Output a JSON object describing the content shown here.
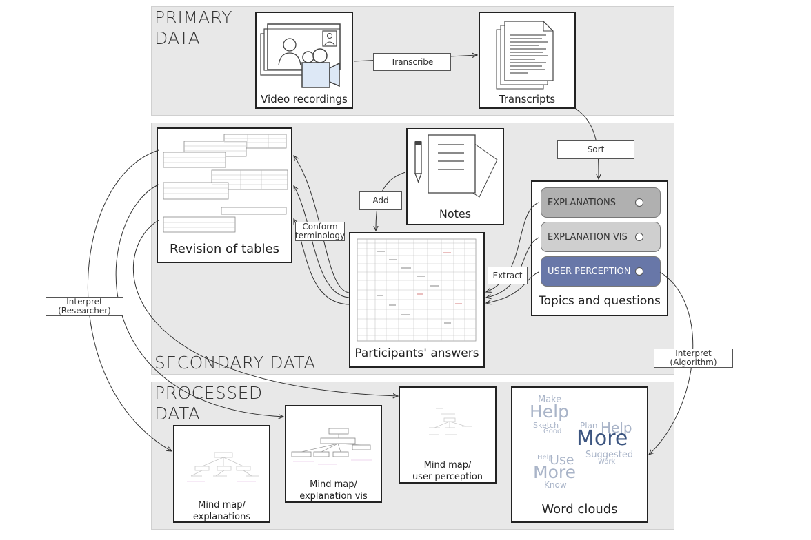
{
  "sections": {
    "primary": "PRIMARY\nDATA",
    "secondary": "SECONDARY DATA",
    "processed": "PROCESSED\nDATA"
  },
  "nodes": {
    "video": "Video recordings",
    "transcripts": "Transcripts",
    "revision": "Revision of tables",
    "notes": "Notes",
    "answers": "Participants' answers",
    "topics": "Topics and questions",
    "mm_explanations": "Mind map/\nexplanations",
    "mm_explanation_vis": "Mind map/\nexplanation vis",
    "mm_user_perception": "Mind map/\nuser perception",
    "word_clouds": "Word clouds"
  },
  "topics": [
    "EXPLANATIONS",
    "EXPLANATION VIS",
    "USER PERCEPTION"
  ],
  "edges": {
    "transcribe": "Transcribe",
    "sort": "Sort",
    "add": "Add",
    "conform": "Conform\nterminology",
    "extract": "Extract",
    "interpret_researcher": "Interpret\n(Researcher)",
    "interpret_algorithm": "Interpret\n(Algorithm)"
  },
  "word_cloud_words": [
    "Make",
    "Help",
    "Plan",
    "Help",
    "Sketch",
    "More",
    "Good",
    "Help",
    "Use",
    "Suggested",
    "More",
    "Work",
    "Know"
  ],
  "colors": {
    "band": "#e8e8e8",
    "topic_gray_1": "#b0b0b0",
    "topic_gray_2": "#cfcfcf",
    "topic_highlight": "#6877a8",
    "icon_blue": "#dde8f6",
    "wordcloud_dark": "#3c5580",
    "wordcloud_light": "#a9b4c8"
  }
}
